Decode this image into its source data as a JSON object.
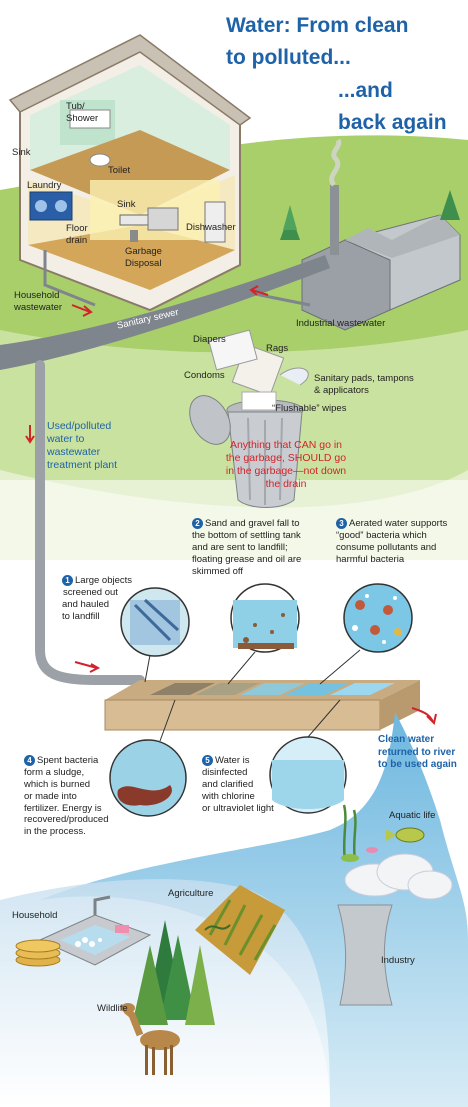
{
  "title": {
    "line1": "Water: From clean",
    "line2": "to polluted...",
    "line3": "...and",
    "line4": "back again"
  },
  "house_labels": {
    "tub_shower": [
      "Tub/",
      "Shower"
    ],
    "sink_bath": "Sink",
    "toilet": "Toilet",
    "laundry": "Laundry",
    "floor_drain": [
      "Floor",
      "drain"
    ],
    "sink_kitchen": "Sink",
    "garbage_disposal": [
      "Garbage",
      "Disposal"
    ],
    "dishwasher": "Dishwasher"
  },
  "flow_labels": {
    "household_wastewater": [
      "Household",
      "wastewater"
    ],
    "sanitary_sewer": "Sanitary sewer",
    "industrial_wastewater": "Industrial wastewater",
    "used_water": [
      "Used/polluted",
      "water to",
      "wastewater",
      "treatment plant"
    ]
  },
  "trash_labels": {
    "diapers": "Diapers",
    "rags": "Rags",
    "condoms": "Condoms",
    "sanitary": [
      "Sanitary pads, tampons",
      "& applicators"
    ],
    "wipes": "“Flushable” wipes",
    "warning": [
      "Anything that CAN go in",
      "the garbage, SHOULD go",
      "in the garbage—not down",
      "the drain"
    ]
  },
  "steps": {
    "s1": {
      "num": "1",
      "lines": [
        "Large objects",
        "screened out",
        "and hauled",
        "to landfill"
      ]
    },
    "s2": {
      "num": "2",
      "lines": [
        "Sand and gravel fall to",
        "the bottom of settling tank",
        "and are sent to landfill;",
        "floating grease and oil are",
        "skimmed off"
      ]
    },
    "s3": {
      "num": "3",
      "lines": [
        "Aerated water supports",
        "“good” bacteria which",
        "consume pollutants and",
        "harmful bacteria"
      ]
    },
    "s4": {
      "num": "4",
      "lines": [
        "Spent bacteria",
        "form a sludge,",
        "which is burned",
        "or made into",
        "fertilizer.  Energy is",
        "recovered/produced",
        "in the process."
      ]
    },
    "s5": {
      "num": "5",
      "lines": [
        "Water is",
        "disinfected",
        "and clarified",
        "with chlorine",
        "or ultraviolet light"
      ]
    }
  },
  "return_labels": {
    "clean_water": [
      "Clean water",
      "returned to river",
      "to be used again"
    ],
    "aquatic_life": "Aquatic life",
    "agriculture": "Agriculture",
    "household": "Household",
    "industry": "Industry",
    "wildlife": "Wildlife"
  },
  "colors": {
    "title_blue": "#1e62a8",
    "warning_red": "#d2232a",
    "grass_green": "#9cc95a",
    "pipe_gray": "#7f858c",
    "water_blue": "#8ccbe4"
  }
}
